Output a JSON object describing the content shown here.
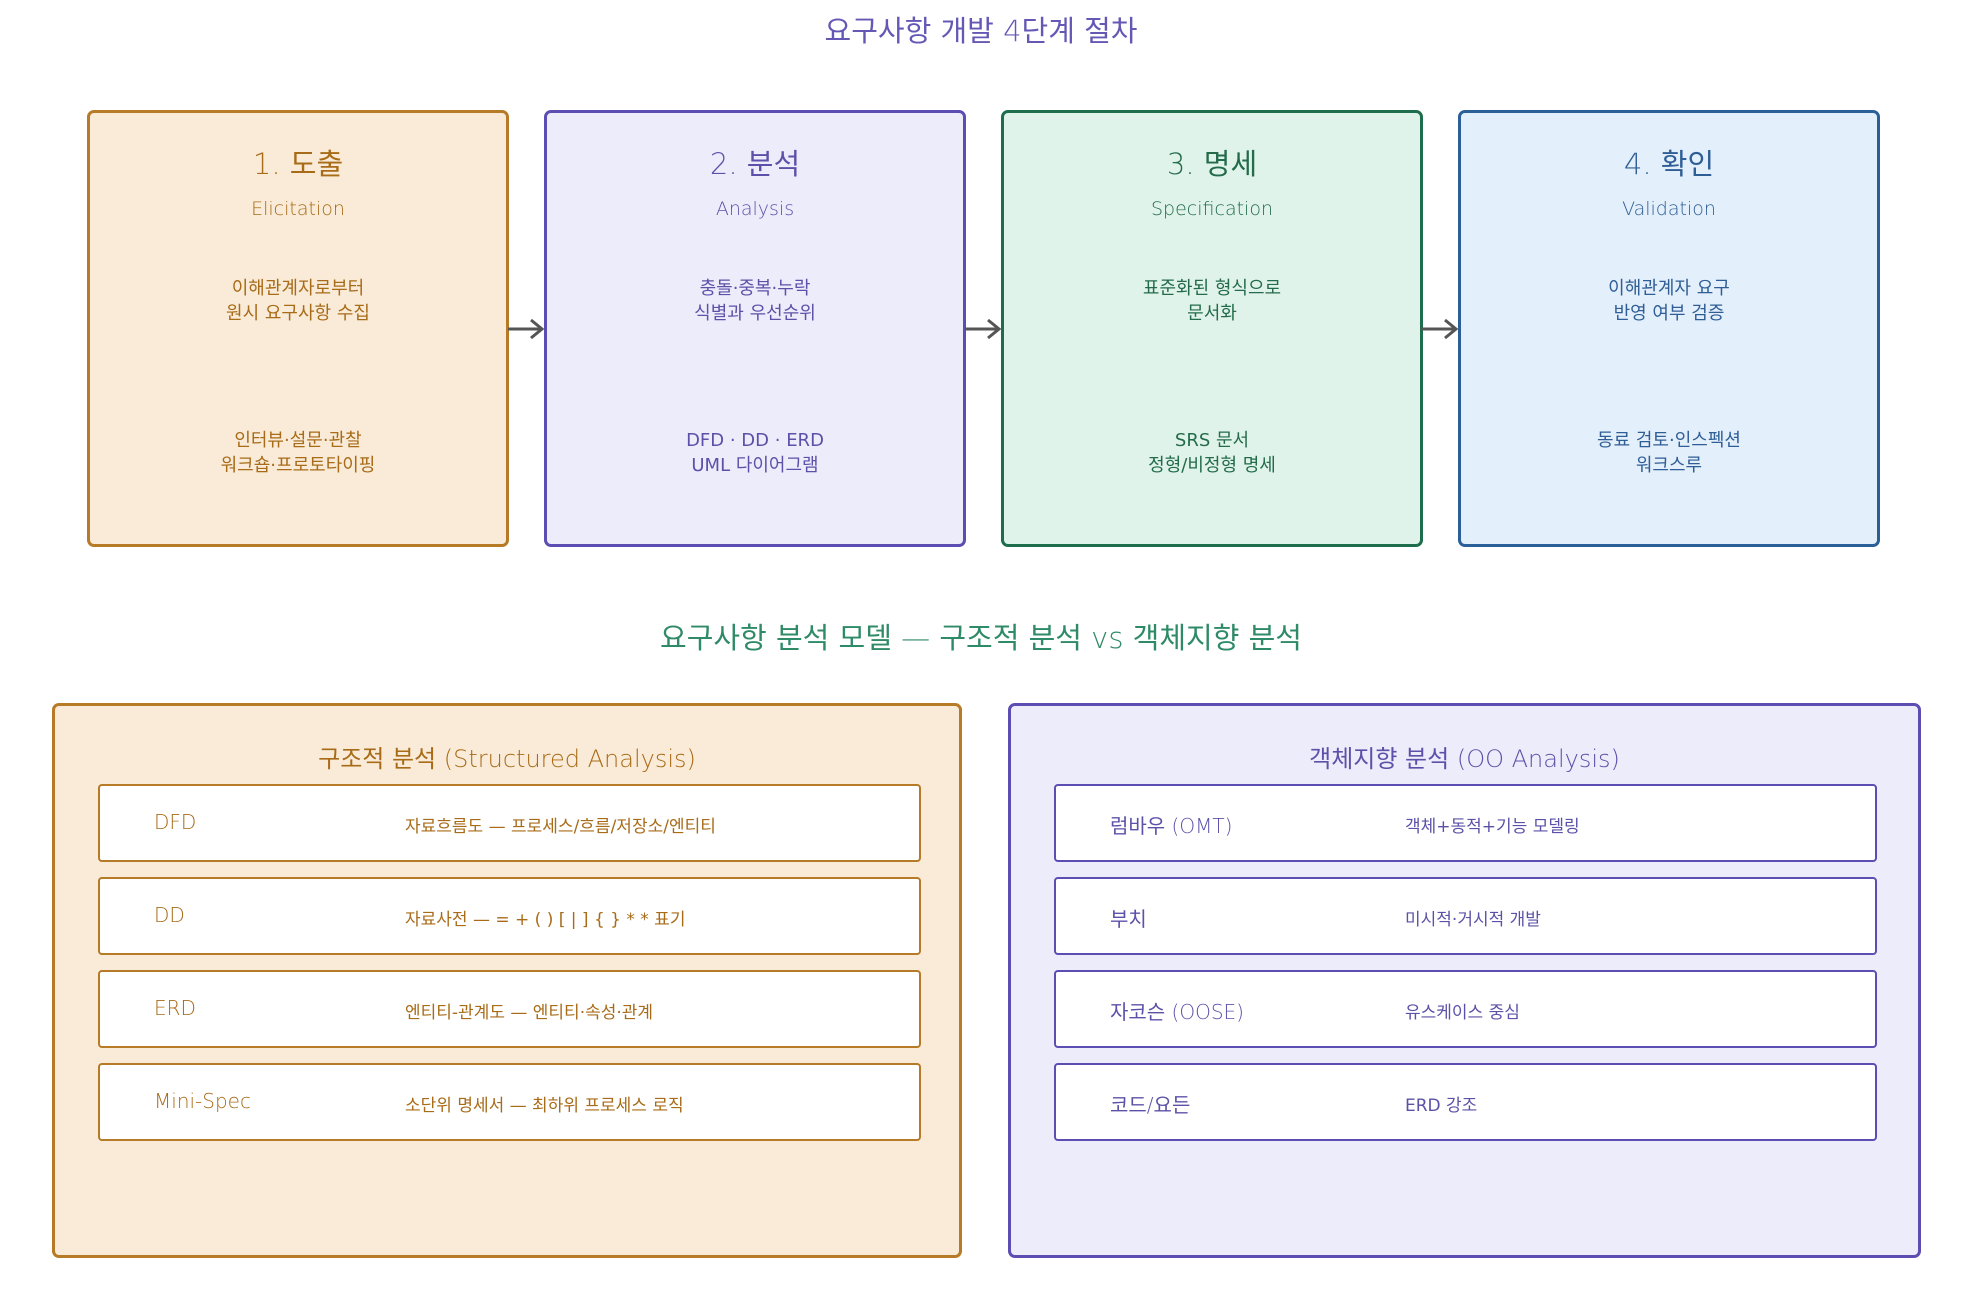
{
  "process": {
    "title": "요구사항 개발 4단계 절차",
    "stages": [
      {
        "name": "1. 도출",
        "english": "Elicitation",
        "desc": [
          "이해관계자로부터",
          "원시 요구사항 수집"
        ],
        "tech": [
          "인터뷰·설문·관찰",
          "워크숍·프로토타이핑"
        ]
      },
      {
        "name": "2. 분석",
        "english": "Analysis",
        "desc": [
          "충돌·중복·누락",
          "식별과 우선순위"
        ],
        "tech": [
          "DFD · DD · ERD",
          "UML 다이어그램"
        ]
      },
      {
        "name": "3. 명세",
        "english": "Specification",
        "desc": [
          "표준화된 형식으로",
          "문서화"
        ],
        "tech": [
          "SRS 문서",
          "정형/비정형 명세"
        ]
      },
      {
        "name": "4. 확인",
        "english": "Validation",
        "desc": [
          "이해관계자 요구",
          "반영 여부 검증"
        ],
        "tech": [
          "동료 검토·인스펙션",
          "워크스루"
        ]
      }
    ]
  },
  "models": {
    "title": "요구사항 분석 모델 — 구조적 분석 vs 객체지향 분석",
    "structured": {
      "title": "구조적 분석 (Structured Analysis)",
      "rows": [
        {
          "name": "DFD",
          "desc": "자료흐름도 — 프로세스/흐름/저장소/엔티티"
        },
        {
          "name": "DD",
          "desc": "자료사전 — = + ( ) [ | ] { } * * 표기"
        },
        {
          "name": "ERD",
          "desc": "엔티티-관계도 — 엔티티·속성·관계"
        },
        {
          "name": "Mini-Spec",
          "desc": "소단위 명세서 — 최하위 프로세스 로직"
        }
      ]
    },
    "object_oriented": {
      "title": "객체지향 분석 (OO Analysis)",
      "rows": [
        {
          "name": "럼바우 (OMT)",
          "desc": "객체+동적+기능 모델링"
        },
        {
          "name": "부치",
          "desc": "미시적·거시적 개발"
        },
        {
          "name": "자코슨 (OOSE)",
          "desc": "유스케이스 중심"
        },
        {
          "name": "코드/요든",
          "desc": "ERD 강조"
        }
      ]
    }
  },
  "colors": {
    "elicitation": "#b77a26",
    "analysis": "#5c4db3",
    "specification": "#1e6d4c",
    "validation": "#2b5f98",
    "arrow": "#555555"
  }
}
